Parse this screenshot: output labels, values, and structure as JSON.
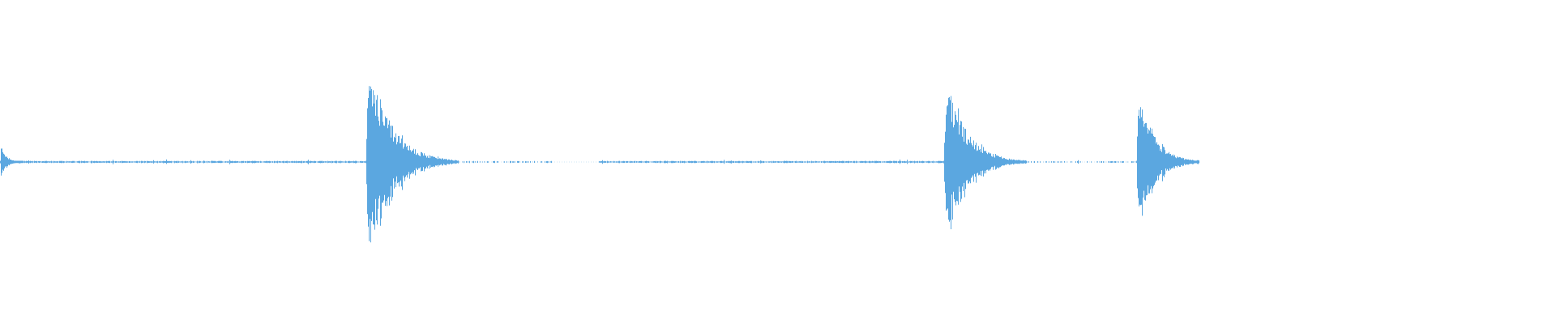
{
  "waveform": {
    "color": "#5ba7e0",
    "background": "#ffffff",
    "duration": 1,
    "peak_amplitude": 1,
    "segments": [
      {
        "kind": "transient",
        "start": 0.0,
        "end": 0.015,
        "peak": 0.16
      },
      {
        "kind": "noise",
        "start": 0.015,
        "end": 0.235,
        "level": 0.008
      },
      {
        "kind": "transient",
        "start": 0.235,
        "end": 0.295,
        "peak": 1.0
      },
      {
        "kind": "noise",
        "start": 0.295,
        "end": 0.355,
        "level": 0.007,
        "sparse": true
      },
      {
        "kind": "gap",
        "start": 0.355,
        "end": 0.385
      },
      {
        "kind": "noise",
        "start": 0.385,
        "end": 0.606,
        "level": 0.008
      },
      {
        "kind": "transient",
        "start": 0.606,
        "end": 0.66,
        "peak": 0.82
      },
      {
        "kind": "noise",
        "start": 0.66,
        "end": 0.73,
        "level": 0.006,
        "sparse": true
      },
      {
        "kind": "transient",
        "start": 0.73,
        "end": 0.771,
        "peak": 0.78
      },
      {
        "kind": "gap",
        "start": 0.771,
        "end": 1.0
      }
    ]
  }
}
